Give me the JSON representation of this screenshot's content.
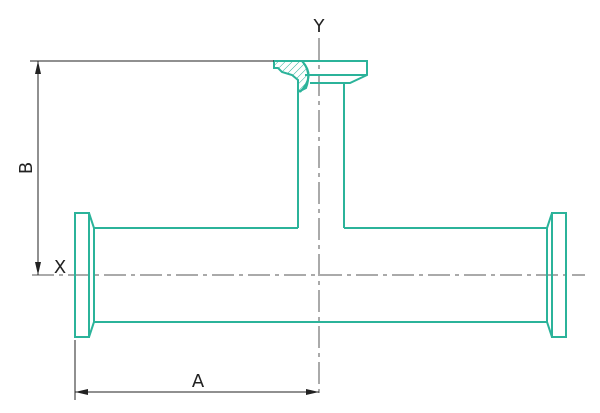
{
  "labels": {
    "x_axis": "X",
    "y_axis": "Y",
    "dim_a": "A",
    "dim_b": "B"
  },
  "colors": {
    "part": "#2bb39a",
    "dimension": "#222222",
    "centerline": "#555555"
  }
}
